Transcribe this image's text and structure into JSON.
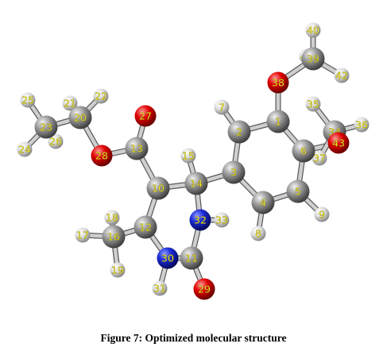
{
  "figure": {
    "caption": "Figure 7: Optimized molecular structure"
  },
  "atoms": [
    {
      "id": "1",
      "element": "C",
      "label": "1"
    },
    {
      "id": "2",
      "element": "C",
      "label": "2"
    },
    {
      "id": "3",
      "element": "C",
      "label": "3"
    },
    {
      "id": "4",
      "element": "C",
      "label": "4"
    },
    {
      "id": "5",
      "element": "C",
      "label": "5"
    },
    {
      "id": "6",
      "element": "C",
      "label": "6"
    },
    {
      "id": "7",
      "element": "H",
      "label": "7"
    },
    {
      "id": "8",
      "element": "H",
      "label": "8"
    },
    {
      "id": "9",
      "element": "H",
      "label": "9"
    },
    {
      "id": "10",
      "element": "C",
      "label": "10"
    },
    {
      "id": "11",
      "element": "C",
      "label": "11"
    },
    {
      "id": "12",
      "element": "C",
      "label": "12"
    },
    {
      "id": "13",
      "element": "C",
      "label": "13"
    },
    {
      "id": "14",
      "element": "C",
      "label": "14"
    },
    {
      "id": "15",
      "element": "H",
      "label": "15"
    },
    {
      "id": "16",
      "element": "C",
      "label": "16"
    },
    {
      "id": "17",
      "element": "H",
      "label": "17"
    },
    {
      "id": "18",
      "element": "H",
      "label": "18"
    },
    {
      "id": "19",
      "element": "H",
      "label": "19"
    },
    {
      "id": "20",
      "element": "C",
      "label": "20"
    },
    {
      "id": "21",
      "element": "H",
      "label": "21"
    },
    {
      "id": "22",
      "element": "H",
      "label": "22"
    },
    {
      "id": "23",
      "element": "C",
      "label": "23"
    },
    {
      "id": "24",
      "element": "H",
      "label": "24"
    },
    {
      "id": "25",
      "element": "H",
      "label": "25"
    },
    {
      "id": "26",
      "element": "H",
      "label": "26"
    },
    {
      "id": "27",
      "element": "O",
      "label": "27"
    },
    {
      "id": "28",
      "element": "O",
      "label": "28"
    },
    {
      "id": "29",
      "element": "O",
      "label": "29"
    },
    {
      "id": "30",
      "element": "N",
      "label": "30"
    },
    {
      "id": "31",
      "element": "H",
      "label": "31"
    },
    {
      "id": "32",
      "element": "N",
      "label": "32"
    },
    {
      "id": "33",
      "element": "H",
      "label": "33"
    },
    {
      "id": "34",
      "element": "C",
      "label": "34"
    },
    {
      "id": "35",
      "element": "H",
      "label": "35"
    },
    {
      "id": "36",
      "element": "H",
      "label": "36"
    },
    {
      "id": "37",
      "element": "H",
      "label": "37"
    },
    {
      "id": "38",
      "element": "O",
      "label": "38"
    },
    {
      "id": "39",
      "element": "C",
      "label": "39"
    },
    {
      "id": "40",
      "element": "H",
      "label": "40"
    },
    {
      "id": "41",
      "element": "H",
      "label": "41"
    },
    {
      "id": "42",
      "element": "H",
      "label": "42"
    },
    {
      "id": "43",
      "element": "O",
      "label": "43"
    }
  ],
  "bonds": [
    [
      "1",
      "2"
    ],
    [
      "2",
      "3"
    ],
    [
      "3",
      "4"
    ],
    [
      "4",
      "5"
    ],
    [
      "5",
      "6"
    ],
    [
      "6",
      "1"
    ],
    [
      "2",
      "7"
    ],
    [
      "4",
      "8"
    ],
    [
      "5",
      "9"
    ],
    [
      "1",
      "38"
    ],
    [
      "38",
      "39"
    ],
    [
      "39",
      "40"
    ],
    [
      "39",
      "41"
    ],
    [
      "39",
      "42"
    ],
    [
      "6",
      "43"
    ],
    [
      "43",
      "34"
    ],
    [
      "34",
      "35"
    ],
    [
      "34",
      "36"
    ],
    [
      "34",
      "37"
    ],
    [
      "3",
      "14"
    ],
    [
      "14",
      "15"
    ],
    [
      "14",
      "10"
    ],
    [
      "14",
      "32"
    ],
    [
      "32",
      "33"
    ],
    [
      "32",
      "11"
    ],
    [
      "11",
      "29"
    ],
    [
      "11",
      "30"
    ],
    [
      "30",
      "31"
    ],
    [
      "30",
      "12"
    ],
    [
      "12",
      "10"
    ],
    [
      "12",
      "16"
    ],
    [
      "16",
      "17"
    ],
    [
      "16",
      "18"
    ],
    [
      "16",
      "19"
    ],
    [
      "10",
      "13"
    ],
    [
      "13",
      "27"
    ],
    [
      "13",
      "28"
    ],
    [
      "28",
      "20"
    ],
    [
      "20",
      "21"
    ],
    [
      "20",
      "22"
    ],
    [
      "20",
      "23"
    ],
    [
      "23",
      "24"
    ],
    [
      "23",
      "25"
    ],
    [
      "23",
      "26"
    ]
  ],
  "element_colors": {
    "C": "#8c8c8c",
    "H": "#d9d9d9",
    "O": "#e00000",
    "N": "#1a2bd6"
  }
}
